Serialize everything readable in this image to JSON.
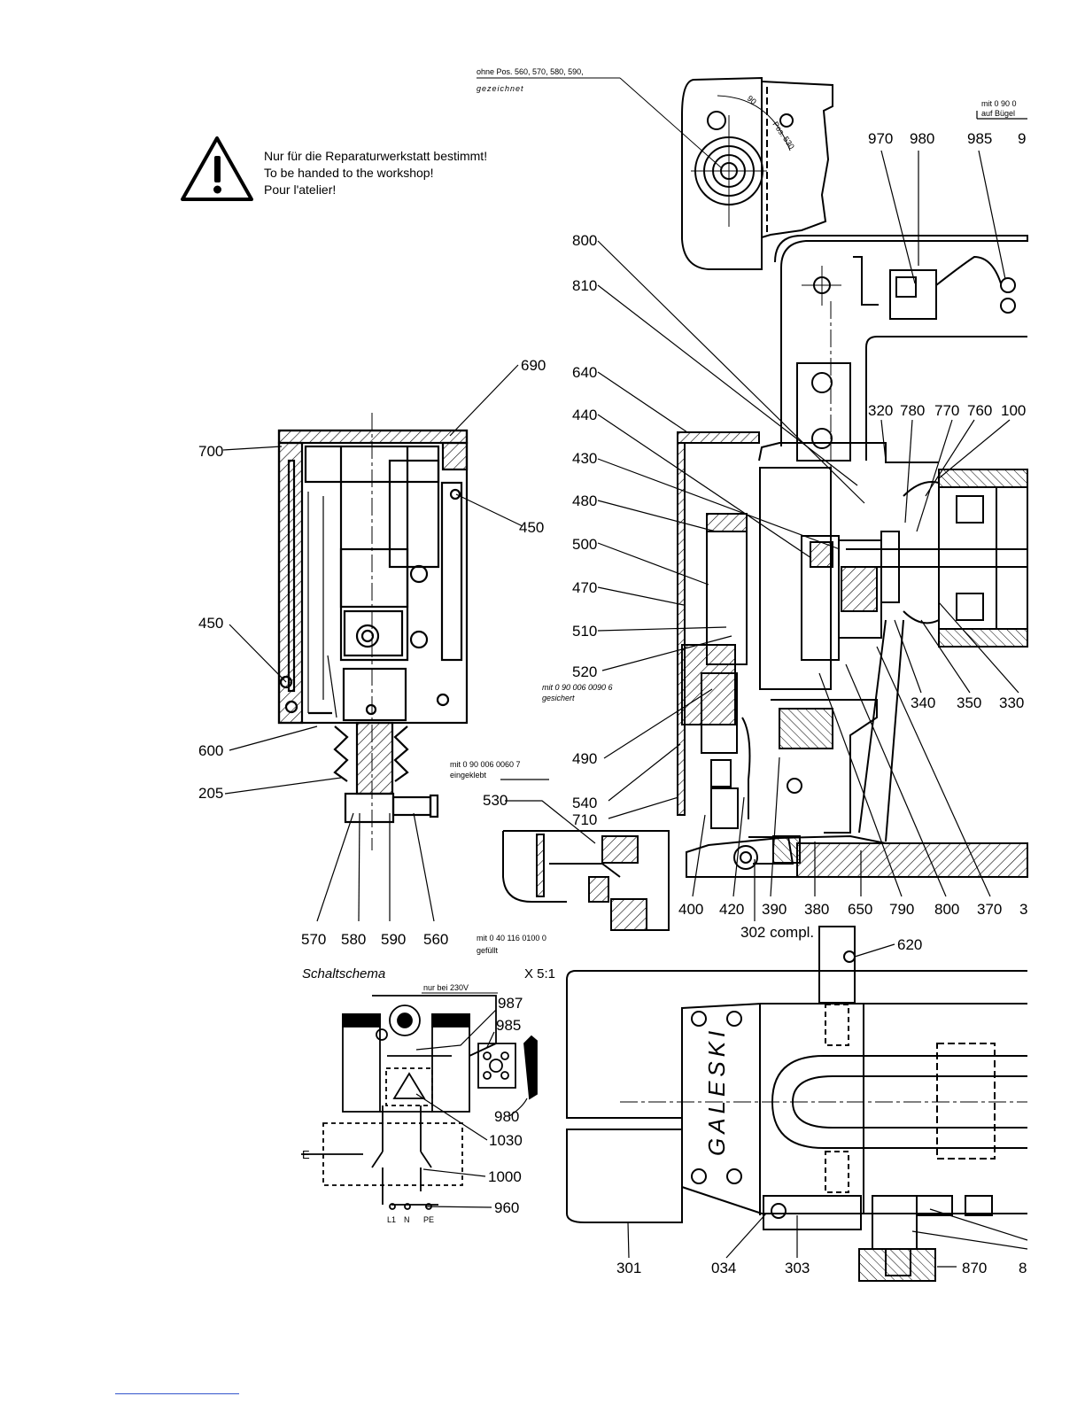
{
  "warning": {
    "lines": [
      "Nur für die Reparaturwerkstatt bestimmt!",
      "To be handed to the workshop!",
      "Pour l'atelier!"
    ]
  },
  "notes": {
    "top": [
      "ohne Pos. 560, 570, 580, 590,",
      "gezeichnet"
    ],
    "n520": [
      "mit 0 90 006 0090 6",
      "gesichert"
    ],
    "n530": [
      "mit 0 90 006 0060 7",
      "eingeklebt"
    ],
    "n560": [
      "mit 0 40 116 0100 0",
      "gefüllt"
    ],
    "topright": [
      "mit 0 90 0",
      "auf Bügel"
    ],
    "angle": "90",
    "pos530": "Pos. 530"
  },
  "schema": {
    "title": "Schaltschema",
    "scale": "X 5:1",
    "note": "nur bei 230V"
  },
  "terminals": [
    "E",
    "L1",
    "N",
    "PE"
  ],
  "brand": "GALESKI",
  "labels": {
    "p690": "690",
    "p700": "700",
    "p450a": "450",
    "p450b": "450",
    "p600": "600",
    "p205": "205",
    "p570": "570",
    "p580": "580",
    "p590": "590",
    "p560": "560",
    "p800a": "800",
    "p810": "810",
    "p640": "640",
    "p440": "440",
    "p430": "430",
    "p480": "480",
    "p500": "500",
    "p470": "470",
    "p510": "510",
    "p520": "520",
    "p490": "490",
    "p540": "540",
    "p710": "710",
    "p530": "530",
    "p970": "970",
    "p980a": "980",
    "p985a": "985",
    "p9": "9",
    "p320": "320",
    "p780": "780",
    "p770": "770",
    "p760": "760",
    "p100": "100",
    "p340": "340",
    "p350": "350",
    "p330": "330",
    "p400": "400",
    "p420": "420",
    "p390": "390",
    "p380": "380",
    "p650": "650",
    "p790": "790",
    "p800b": "800",
    "p370": "370",
    "p3": "3",
    "p302": "302 compl.",
    "p620": "620",
    "p987": "987",
    "p985b": "985",
    "p980b": "980",
    "p1030": "1030",
    "p1000": "1000",
    "p960": "960",
    "p301": "301",
    "p034": "034",
    "p303": "303",
    "p870": "870",
    "p8": "8"
  }
}
